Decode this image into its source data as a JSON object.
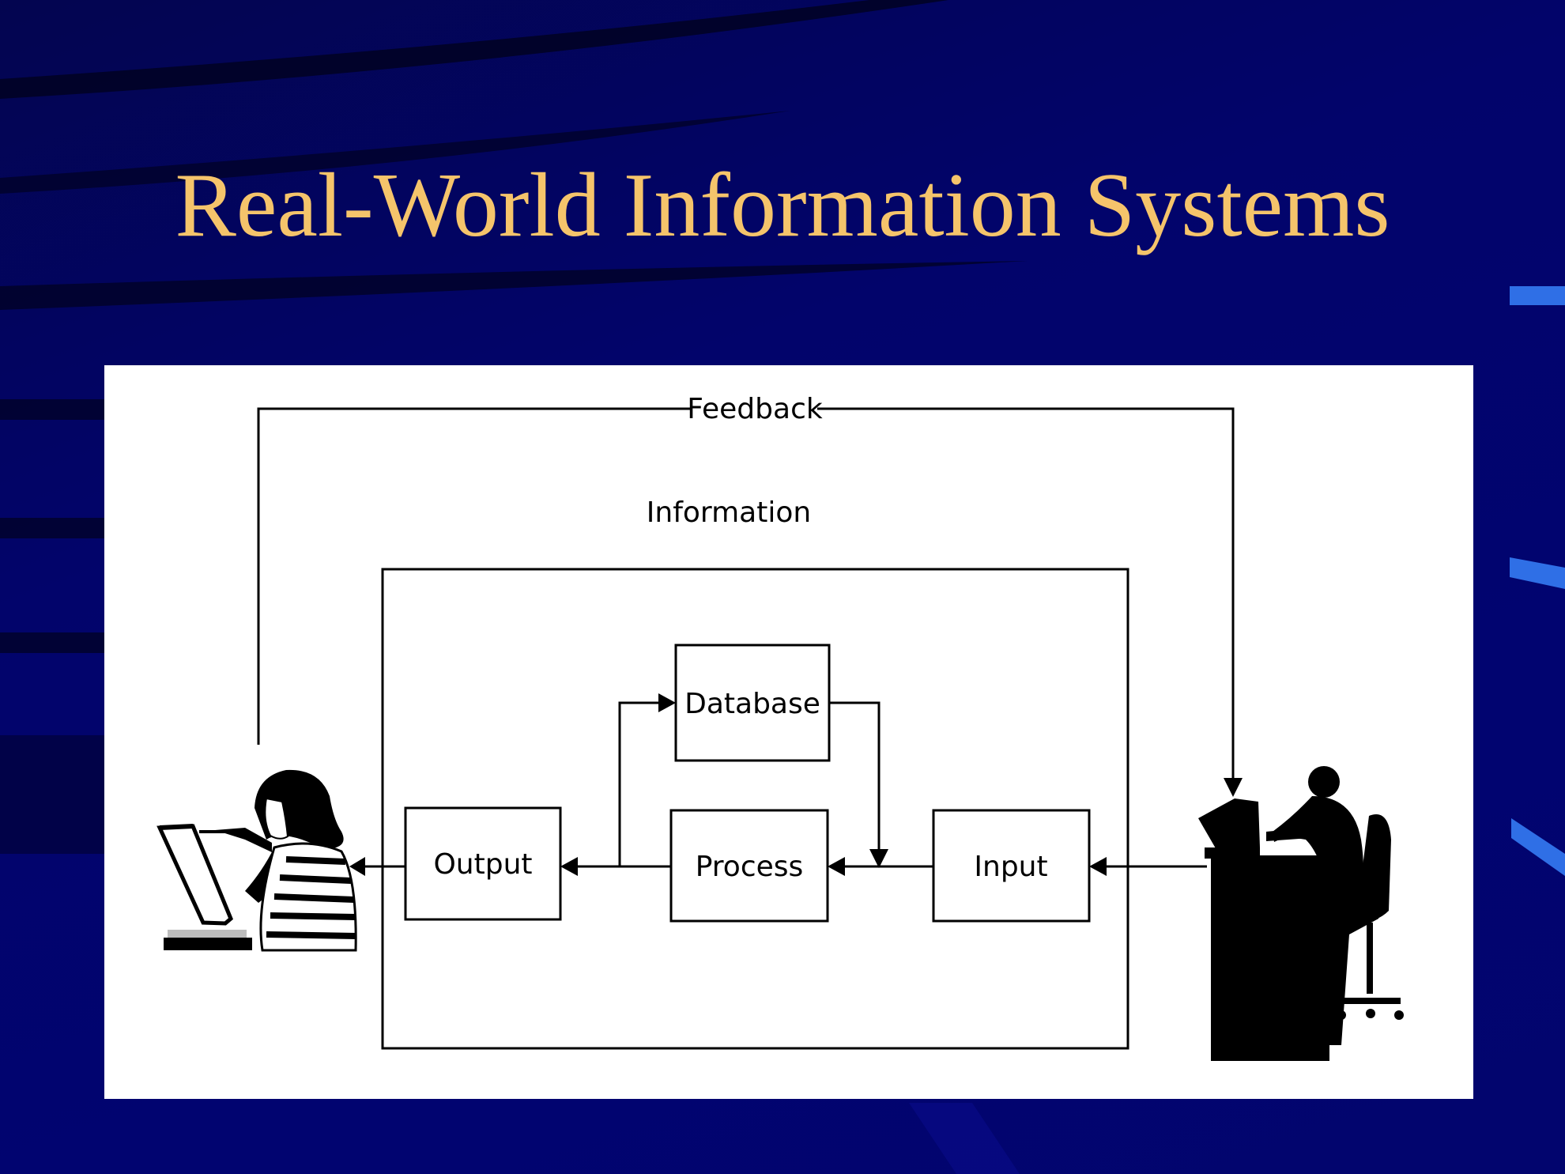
{
  "slide": {
    "title": "Real-World Information Systems"
  },
  "diagram": {
    "feedback_label": "Feedback",
    "information_label": "Information",
    "boxes": {
      "database": "Database",
      "output": "Output",
      "process": "Process",
      "input": "Input"
    },
    "people": {
      "left": "person-reading-icon",
      "right": "person-at-computer-icon"
    }
  },
  "colors": {
    "background": "#02046b",
    "title": "#f5c46b",
    "panel": "#ffffff",
    "ink": "#000000"
  }
}
